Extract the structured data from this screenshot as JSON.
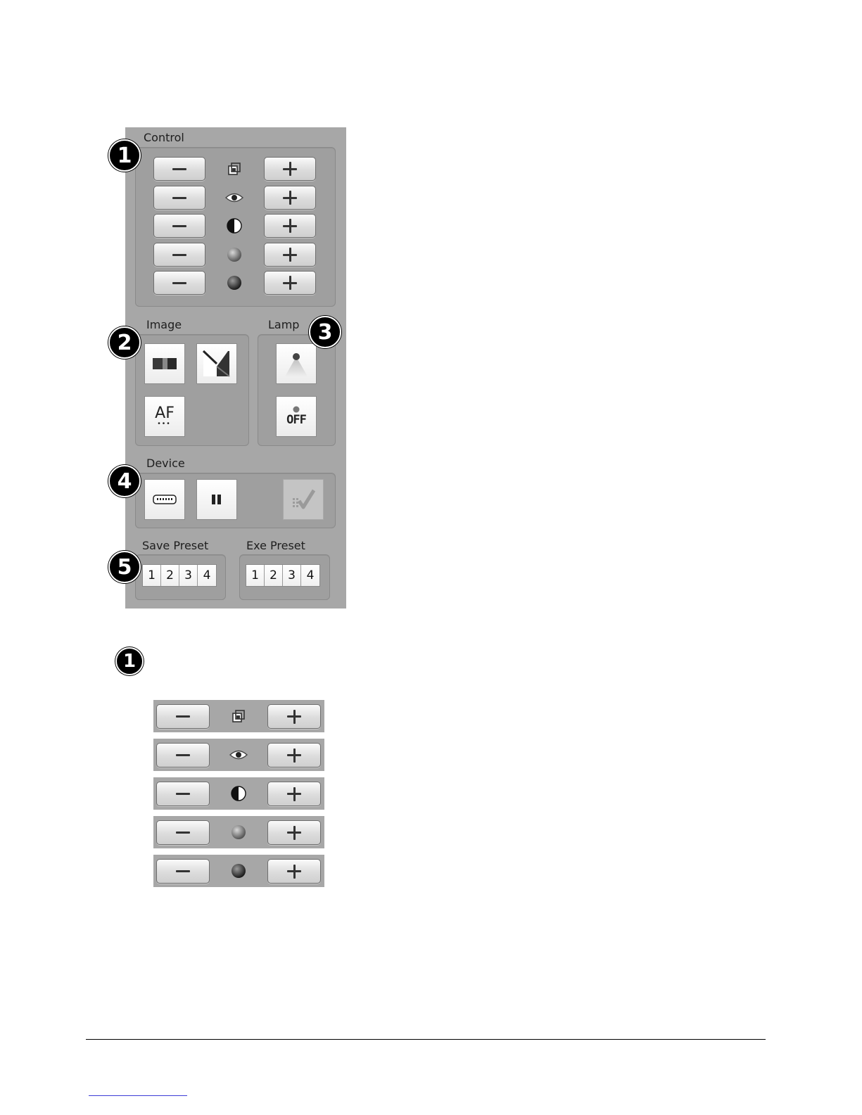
{
  "panel": {
    "control_title": "Control",
    "image_title": "Image",
    "lamp_title": "Lamp",
    "device_title": "Device",
    "save_preset_title": "Save Preset",
    "exe_preset_title": "Exe Preset",
    "control_rows": [
      {
        "icon": "zoom-icon",
        "minus": "minus",
        "plus": "plus"
      },
      {
        "icon": "eye-icon",
        "minus": "minus",
        "plus": "plus"
      },
      {
        "icon": "contrast-icon",
        "minus": "minus",
        "plus": "plus"
      },
      {
        "icon": "light-sphere-icon",
        "minus": "minus",
        "plus": "plus"
      },
      {
        "icon": "dark-sphere-icon",
        "minus": "minus",
        "plus": "plus"
      }
    ],
    "image_buttons": {
      "af_label": "AF",
      "af_dots": "•••"
    },
    "lamp_buttons": {
      "off_label": "OFF"
    },
    "save_presets": [
      "1",
      "2",
      "3",
      "4"
    ],
    "exe_presets": [
      "1",
      "2",
      "3",
      "4"
    ]
  },
  "callouts": [
    "1",
    "2",
    "3",
    "4",
    "5"
  ],
  "detail": {
    "callout": "1"
  },
  "colors": {
    "panel_bg": "#a7a7a7",
    "callout_bg": "#000000",
    "footer_link": "#3b3bd6"
  }
}
